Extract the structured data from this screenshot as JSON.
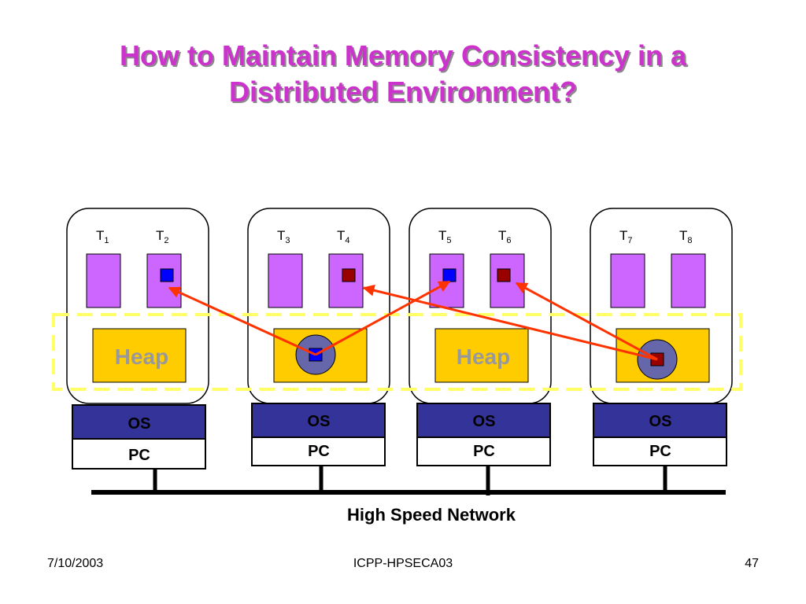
{
  "slide": {
    "title_line1": "How to Maintain Memory Consistency in a",
    "title_line2": "Distributed Environment?"
  },
  "threads": [
    {
      "letter": "T",
      "sub": "1"
    },
    {
      "letter": "T",
      "sub": "2"
    },
    {
      "letter": "T",
      "sub": "3"
    },
    {
      "letter": "T",
      "sub": "4"
    },
    {
      "letter": "T",
      "sub": "5"
    },
    {
      "letter": "T",
      "sub": "6"
    },
    {
      "letter": "T",
      "sub": "7"
    },
    {
      "letter": "T",
      "sub": "8"
    }
  ],
  "heap_label": "Heap",
  "nodes": [
    {
      "os": "OS",
      "pc": "PC"
    },
    {
      "os": "OS",
      "pc": "PC"
    },
    {
      "os": "OS",
      "pc": "PC"
    },
    {
      "os": "OS",
      "pc": "PC"
    }
  ],
  "network_label": "High Speed Network",
  "footer": {
    "date": "7/10/2003",
    "center": "ICPP-HPSECA03",
    "page": "47"
  },
  "colors": {
    "title": "#cc33cc",
    "thread_fill": "#cc66ff",
    "heap_fill": "#ffcc00",
    "heap_text": "#999999",
    "os_fill": "#333399",
    "object_blue": "#0000ff",
    "object_red": "#990000",
    "shared_object_circle": "#6666aa",
    "arrow": "#ff3300",
    "dashed_region": "#ffff66"
  }
}
